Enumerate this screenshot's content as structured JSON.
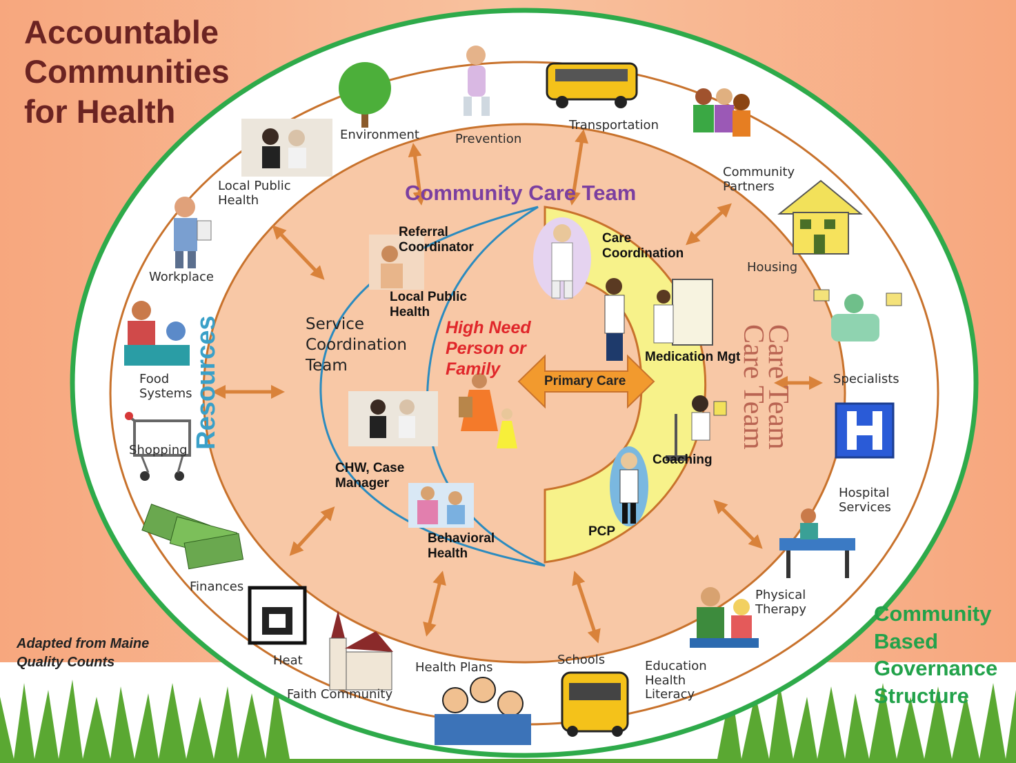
{
  "title": "Accountable\nCommunities\nfor Health",
  "governance": "Community\nBased\nGovernance\nStructure",
  "credit": "Adapted from Maine\nQuality Counts",
  "community_care_team": "Community Care Team",
  "resources_label": "Resources",
  "care_team_label": "Care Team\nCare Team",
  "service_coordination_team": "Service\nCoordination\nTeam",
  "high_need": "High Need\nPerson or\nFamily",
  "primary_care": "Primary Care",
  "outer_ring": {
    "environment": "Environment",
    "prevention": "Prevention",
    "transportation": "Transportation",
    "community_partners": "Community\nPartners",
    "housing": "Housing",
    "specialists": "Specialists",
    "hospital_services": "Hospital\nServices",
    "physical_therapy": "Physical\nTherapy",
    "education": "Education\nHealth\nLiteracy",
    "schools": "Schools",
    "health_plans": "Health Plans",
    "faith_community": "Faith Community",
    "heat": "Heat",
    "finances": "Finances",
    "shopping": "Shopping",
    "food_systems": "Food\nSystems",
    "workplace": "Workplace",
    "local_public_health": "Local Public\nHealth"
  },
  "inner_team": {
    "referral_coordinator": "Referral\nCoordinator",
    "local_public_health": "Local Public\nHealth",
    "chw_case_manager": "CHW, Case\nManager",
    "behavioral_health": "Behavioral\nHealth",
    "care_coordination": "Care\nCoordination",
    "medication_mgt": "Medication Mgt",
    "coaching": "Coaching",
    "pcp": "PCP"
  },
  "colors": {
    "outer_ring": "#2eaa4a",
    "ring_line": "#c8722c",
    "arrow": "#d9823a",
    "crescent": "#2b8bbf",
    "care_team_fill": "#f7f28a",
    "title": "#6b2322",
    "governance": "#22a24a"
  },
  "icons": [
    "tree-icon",
    "jogger-icon",
    "school-bus-icon",
    "community-people-icon",
    "house-icon",
    "surgery-icon",
    "hospital-h-icon",
    "hospital-bed-icon",
    "therapy-icon",
    "school-bus-icon",
    "families-icon",
    "church-icon",
    "stove-icon",
    "money-icon",
    "shopping-cart-icon",
    "food-icon",
    "worker-icon",
    "office-photo-icon",
    "doctor-icon",
    "nurse-icon",
    "clipboard-icon",
    "scale-icon",
    "mother-child-icon"
  ]
}
